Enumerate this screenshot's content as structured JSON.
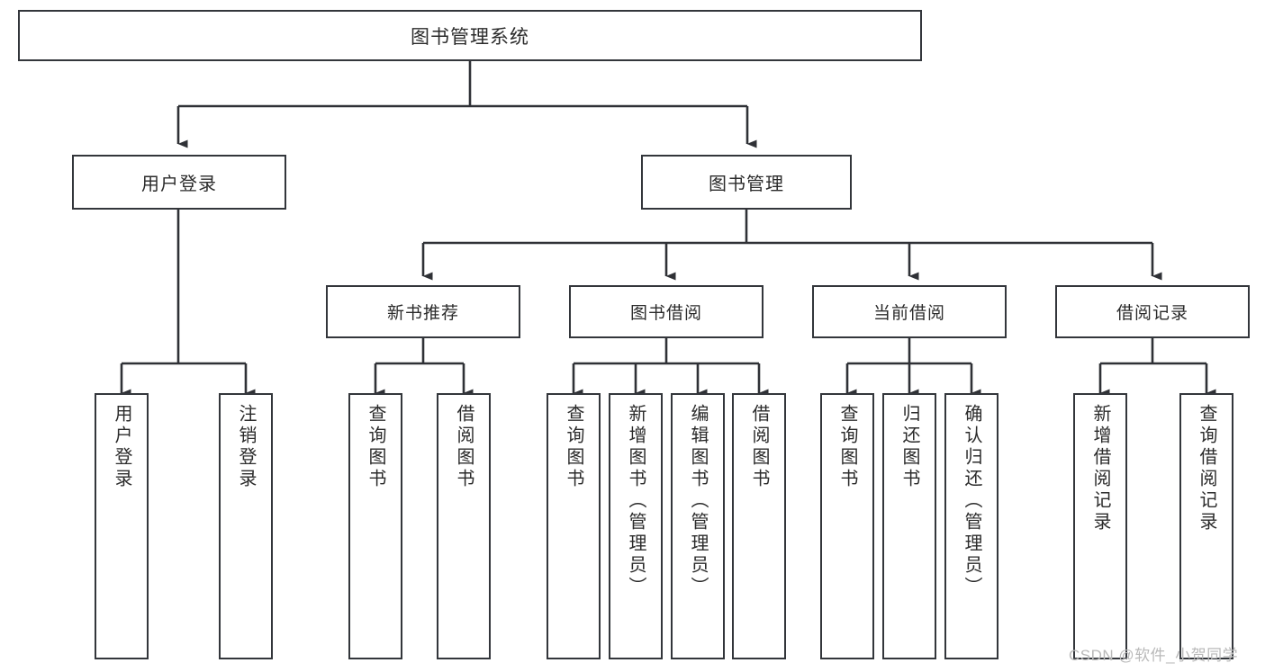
{
  "diagram": {
    "type": "tree-hierarchy",
    "title": "图书管理系统",
    "orientation": "top-down",
    "colors": {
      "box_border": "#33363b",
      "box_fill": "#ffffff",
      "connector": "#2f3136",
      "text": "#2b2b2b",
      "watermark": "#b9b9b9",
      "background": "#ffffff"
    },
    "root": {
      "label": "图书管理系统"
    },
    "level1": [
      {
        "label": "用户登录"
      },
      {
        "label": "图书管理"
      }
    ],
    "level2": [
      {
        "label": "新书推荐",
        "parent": "图书管理"
      },
      {
        "label": "图书借阅",
        "parent": "图书管理"
      },
      {
        "label": "当前借阅",
        "parent": "图书管理"
      },
      {
        "label": "借阅记录",
        "parent": "图书管理"
      }
    ],
    "leaves": {
      "用户登录": [
        {
          "label": "用户登录"
        },
        {
          "label": "注销登录"
        }
      ],
      "新书推荐": [
        {
          "label": "查询图书"
        },
        {
          "label": "借阅图书"
        }
      ],
      "图书借阅": [
        {
          "label": "查询图书"
        },
        {
          "label": "新增图书（管理员）"
        },
        {
          "label": "编辑图书（管理员）"
        },
        {
          "label": "借阅图书"
        }
      ],
      "当前借阅": [
        {
          "label": "查询图书"
        },
        {
          "label": "归还图书"
        },
        {
          "label": "确认归还（管理员）"
        }
      ],
      "借阅记录": [
        {
          "label": "新增借阅记录"
        },
        {
          "label": "查询借阅记录"
        }
      ]
    }
  },
  "watermark": {
    "text": "CSDN @软件_小贺同学"
  }
}
